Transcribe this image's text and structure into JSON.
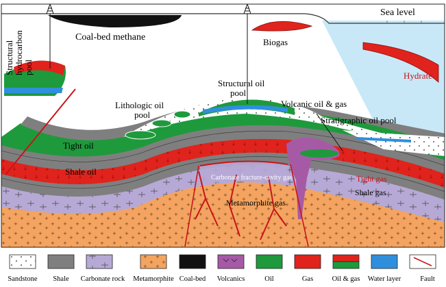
{
  "labels": {
    "sea_level": "Sea level",
    "structural_hydrocarbon_pool": [
      "Structural",
      "hydrocarbon",
      "pool"
    ],
    "coal_bed_methane": "Coal-bed methane",
    "biogas": "Biogas",
    "hydrate": "Hydrate",
    "structural_oil_pool": [
      "Structural oil",
      "pool"
    ],
    "lithologic_oil_pool": [
      "Lithologic oil",
      "pool"
    ],
    "volcanic_oil_gas": "Volcanic oil & gas",
    "stratigraphic_oil_pool": "Stratigraphic oil pool",
    "tight_oil": "Tight oil",
    "shale_oil": "Shale oil",
    "carbonate_gas": "Carbonate fracture-cavity gas",
    "tight_gas": "Tight gas",
    "shale_gas": "Shale gas",
    "metamorphite_gas": "Metamorphite gas"
  },
  "legend": [
    {
      "key": "sandstone",
      "label": "Sandstone",
      "color": "#ffffff"
    },
    {
      "key": "shale",
      "label": "Shale",
      "color": "#7f7f7f"
    },
    {
      "key": "carbonate",
      "label": "Carbonate rock",
      "color": "#b7a9d6"
    },
    {
      "key": "metamorphite",
      "label": "Metamorphite",
      "color": "#f4a460"
    },
    {
      "key": "coalbed",
      "label": "Coal-bed",
      "color": "#111111"
    },
    {
      "key": "volcanics",
      "label": "Volcanics",
      "color": "#a65aa6"
    },
    {
      "key": "oil",
      "label": "Oil",
      "color": "#1e9a3c"
    },
    {
      "key": "gas",
      "label": "Gas",
      "color": "#e0231c"
    },
    {
      "key": "oilgas",
      "label": "Oil & gas",
      "color": "#1e9a3c"
    },
    {
      "key": "water",
      "label": "Water layer",
      "color": "#2f8fdc"
    },
    {
      "key": "fault",
      "label": "Fault",
      "color": "#c8141a"
    }
  ],
  "colors": {
    "sea": "#c8e8f8",
    "shale": "#7f7f7f",
    "oil": "#1e9a3c",
    "gas": "#e0231c",
    "carbonate": "#b7a9d6",
    "metamorphite": "#f4a460",
    "water": "#2f8fdc",
    "fault": "#c8141a",
    "volcanics": "#a65aa6"
  }
}
